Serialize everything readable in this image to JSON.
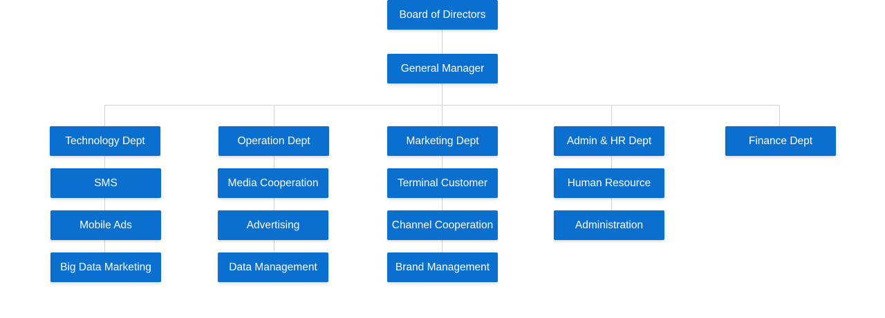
{
  "org_chart": {
    "root": {
      "label": "Board of Directors"
    },
    "manager": {
      "label": "General Manager"
    },
    "departments": [
      {
        "label": "Technology Dept",
        "units": [
          "SMS",
          "Mobile Ads",
          "Big Data Marketing"
        ]
      },
      {
        "label": "Operation Dept",
        "units": [
          "Media Cooperation",
          "Advertising",
          "Data Management"
        ]
      },
      {
        "label": "Marketing Dept",
        "units": [
          "Terminal Customer",
          "Channel Cooperation",
          "Brand Management"
        ]
      },
      {
        "label": "Admin & HR Dept",
        "units": [
          "Human Resource",
          "Administration"
        ]
      },
      {
        "label": "Finance Dept",
        "units": []
      }
    ]
  },
  "colors": {
    "box_fill": "#0a6fce",
    "box_text": "#ffffff",
    "connector": "#d3d3d3"
  }
}
